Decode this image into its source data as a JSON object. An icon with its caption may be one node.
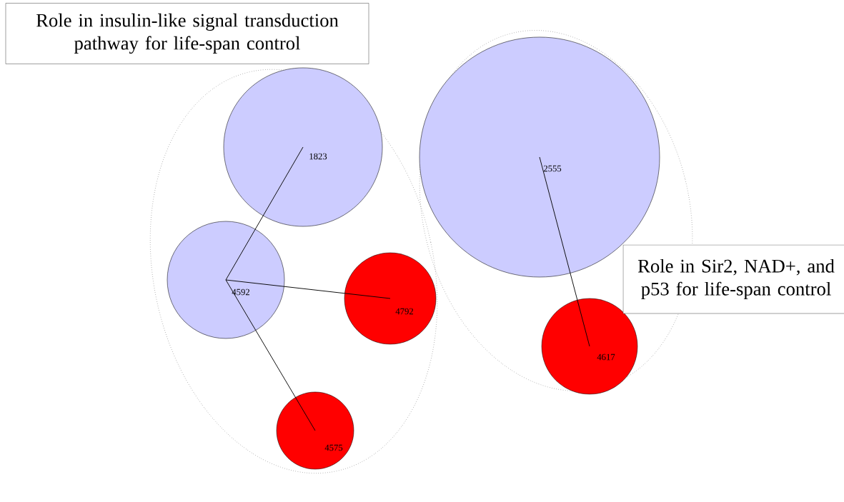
{
  "diagram": {
    "nodes": [
      {
        "text": [
          "Role in insulin-like signal transduction pathway for life-span control"
        ]
      },
      {
        "text": [],
        "shape": "ellipse"
      },
      {
        "text": [
          "1823"
        ],
        "in": 1
      },
      {
        "text": [
          "4592"
        ],
        "in": 1
      },
      {
        "text": [
          "4792"
        ],
        "in": 1
      },
      {
        "text": [
          "4575"
        ],
        "in": 1
      },
      {
        "text": [],
        "shape": "ellipse"
      },
      {
        "text": [
          "2555"
        ],
        "in": 6
      },
      {
        "text": [
          "4617"
        ],
        "in": 6
      },
      {
        "text": [
          "Role in Sir2, NAD+, and p53 for life-span control"
        ]
      }
    ],
    "edges": [
      {
        "from": 3,
        "to": 2,
        "arrow": "none"
      },
      {
        "from": 3,
        "to": 4,
        "arrow": "none"
      },
      {
        "from": 3,
        "to": 5,
        "arrow": "none"
      },
      {
        "from": 7,
        "to": 8,
        "arrow": "none"
      }
    ]
  }
}
